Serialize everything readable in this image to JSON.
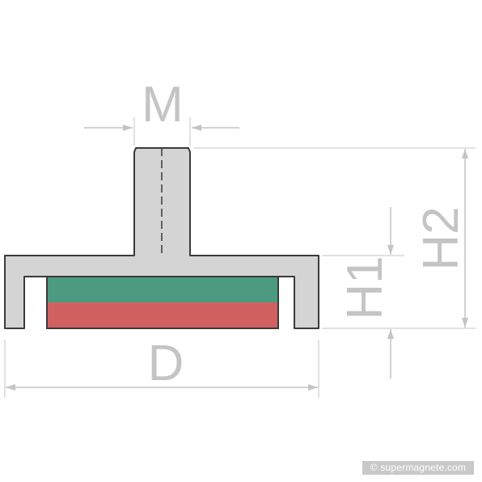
{
  "labels": {
    "thread": "M",
    "diameter": "D",
    "height_total": "H2",
    "height_body": "H1"
  },
  "watermark": "© supermagnete.com",
  "colors": {
    "housing_fill": "#d4d4d4",
    "outline": "#3a3a3a",
    "magnet_north": "#4c9a80",
    "magnet_south": "#d16060",
    "dimension_line": "#c4c4c4",
    "label": "#c4c4c4"
  }
}
